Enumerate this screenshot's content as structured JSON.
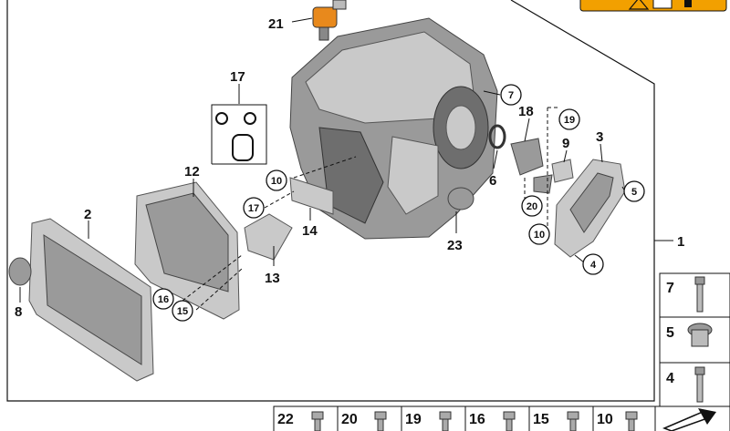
{
  "callouts": {
    "c1": "1",
    "c2": "2",
    "c3": "3",
    "c5": "5",
    "c4": "4",
    "c6": "6",
    "c7": "7",
    "c8": "8",
    "c9": "9",
    "c10a": "10",
    "c10b": "10",
    "c12": "12",
    "c13": "13",
    "c14": "14",
    "c15": "15",
    "c16": "16",
    "c17a": "17",
    "c17b": "17",
    "c18": "18",
    "c19": "19",
    "c20": "20",
    "c21": "21",
    "c23": "23"
  },
  "side_box": {
    "items": [
      "7",
      "5",
      "4"
    ]
  },
  "bottom_row": {
    "items": [
      "22",
      "20",
      "19",
      "16",
      "15",
      "10"
    ]
  },
  "colors": {
    "accent_warning": "#f2a000",
    "part_orange": "#e8891c"
  },
  "icons": [
    "warning-icon",
    "book-icon",
    "arrow-icon"
  ]
}
